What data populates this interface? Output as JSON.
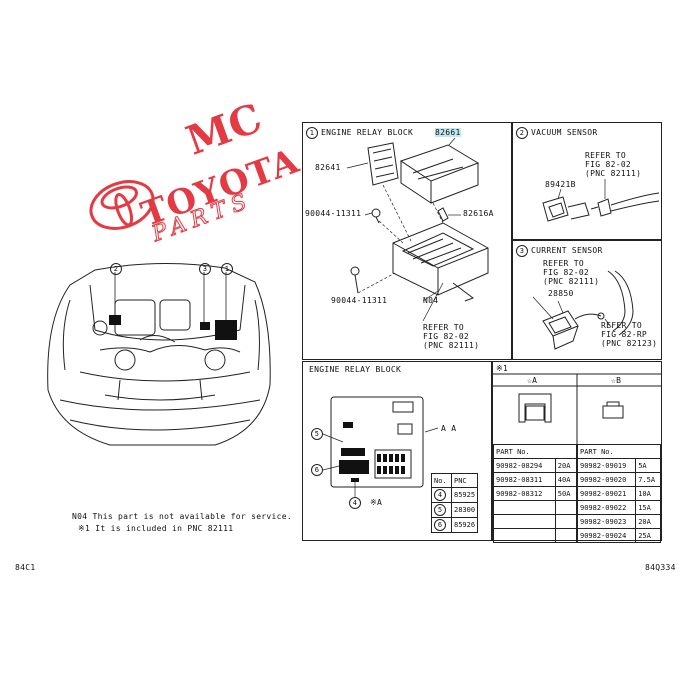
{
  "watermark": {
    "brand": "MC",
    "name": "TOYOTA",
    "sub": "PARTS"
  },
  "notes": {
    "n04": "N04 This part is not available for service.",
    "x1": "※1 It is included in PNC 82111"
  },
  "footer": {
    "left": "84C1",
    "right": "84Q334"
  },
  "vehicle": {
    "callouts": [
      "2",
      "3",
      "1"
    ]
  },
  "panel1": {
    "num": "1",
    "title": "ENGINE RELAY BLOCK",
    "parts": {
      "p82661": "82661",
      "p82641": "82641",
      "p90044": "90044-11311",
      "p82616": "82616A",
      "p9004b": "90044-11311",
      "n04": "N04",
      "refer1": "REFER TO",
      "refer2": "FIG 82-02",
      "refer3": "(PNC 82111)"
    }
  },
  "panel2": {
    "num": "2",
    "title": "VACUUM SENSOR",
    "refer1": "REFER TO",
    "refer2": "FIG 82-02",
    "refer3": "(PNC 82111)",
    "part": "89421B"
  },
  "panel3": {
    "num": "3",
    "title": "CURRENT SENSOR",
    "refer1": "REFER TO",
    "refer2": "FIG 82-02",
    "refer3": "(PNC 82111)",
    "part": "28850",
    "refer4": "REFER TO",
    "refer5": "FIG 82-RP",
    "refer6": "(PNC 82123)"
  },
  "panel4": {
    "title": "ENGINE RELAY BLOCK",
    "view": "A A",
    "callouts": [
      "5",
      "6",
      "4"
    ],
    "marker": "※A",
    "pnc_header": [
      "No.",
      "PNC"
    ],
    "pnc_rows": [
      [
        "4",
        "85925"
      ],
      [
        "5",
        "28300"
      ],
      [
        "6",
        "85926"
      ]
    ]
  },
  "panel5": {
    "label": "※1",
    "colA": "☆A",
    "colB": "☆B",
    "header": "PART No.",
    "rowsA": [
      [
        "90982-08294",
        "20A"
      ],
      [
        "90982-08311",
        "40A"
      ],
      [
        "90982-08312",
        "50A"
      ],
      [
        "",
        ""
      ],
      [
        "",
        ""
      ],
      [
        "",
        ""
      ]
    ],
    "rowsB": [
      [
        "90982-09019",
        "5A"
      ],
      [
        "90982-09020",
        "7.5A"
      ],
      [
        "90982-09021",
        "10A"
      ],
      [
        "90982-09022",
        "15A"
      ],
      [
        "90982-09023",
        "20A"
      ],
      [
        "90982-09024",
        "25A"
      ]
    ]
  }
}
